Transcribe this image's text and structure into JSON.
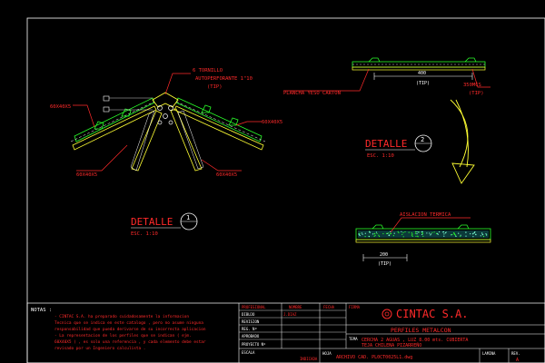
{
  "detail1": {
    "screw_label": "6 TORNILLO",
    "screw_label2": "AUTOPERFORANTE 1\"10",
    "screw_tip": "(TIP)",
    "left_top_label": "60X40X5",
    "right_top_label": "60X40X5",
    "left_bottom_label": "60X40X5",
    "right_bottom_label": "60X40X5",
    "title": "DETALLE",
    "number": "1",
    "scale": "ESC.  1:10"
  },
  "detail2": {
    "dim": "400",
    "dim_tip": "(TIP)",
    "plate_label": "PLANCHA YESO CARTON",
    "right_label": "350MCS",
    "right_tip": "(TIP)",
    "title": "DETALLE",
    "number": "2",
    "scale": "ESC.  1:10",
    "insulation_label": "AISLACION TERMICA",
    "bottom_dim": "200",
    "bottom_tip": "(TIP)"
  },
  "titleblock": {
    "notes_heading": "NOTAS :",
    "notes_lines": [
      "- CINTAC S.A. ha preparado cuidadosamente la informacion",
      "Tecnica que se indica en este catalogo , pero no asume ninguna",
      "responsabilidad que pueda derivarse de su incorrecta aplicacion",
      "- La representacion de los perfiles que se indican ( ejm.",
      "60X40X5 ) , es solo una referencia , y cada elemento debe estar",
      "revisado por un Ingeniero calculista ."
    ],
    "col_profesional": "PROFESIONAL",
    "col_nombre": "NOMBRE",
    "col_fecha": "FECHA",
    "col_firma": "FIRMA",
    "row_dibujo": "DIBUJO",
    "row_dibujo_name": "J.DIAZ",
    "row_revision": "REVISION",
    "row_reg": "REG. Nº",
    "row_aprobado": "APROBADO",
    "row_proyecto": "PROYECTO Nº",
    "company": "CINTAC S.A.",
    "subject": "PERFILES METALCON",
    "tema_label": "TEMA",
    "tema_text": "CERCHA 2 AGUAS , LUZ 8.00 mts. CUBIERTA",
    "tema_text2": "TEJA CHILENA PIZARREÑO",
    "escala_label": "ESCALA",
    "escala_value": "INDICADA",
    "archivo_label": "HOJA",
    "archivo_text": "ARCHIVO CAD. PL0CT0025L1.dwg",
    "lamina_label": "LAMINA",
    "rev_label": "REV.",
    "rev_value": "A"
  }
}
